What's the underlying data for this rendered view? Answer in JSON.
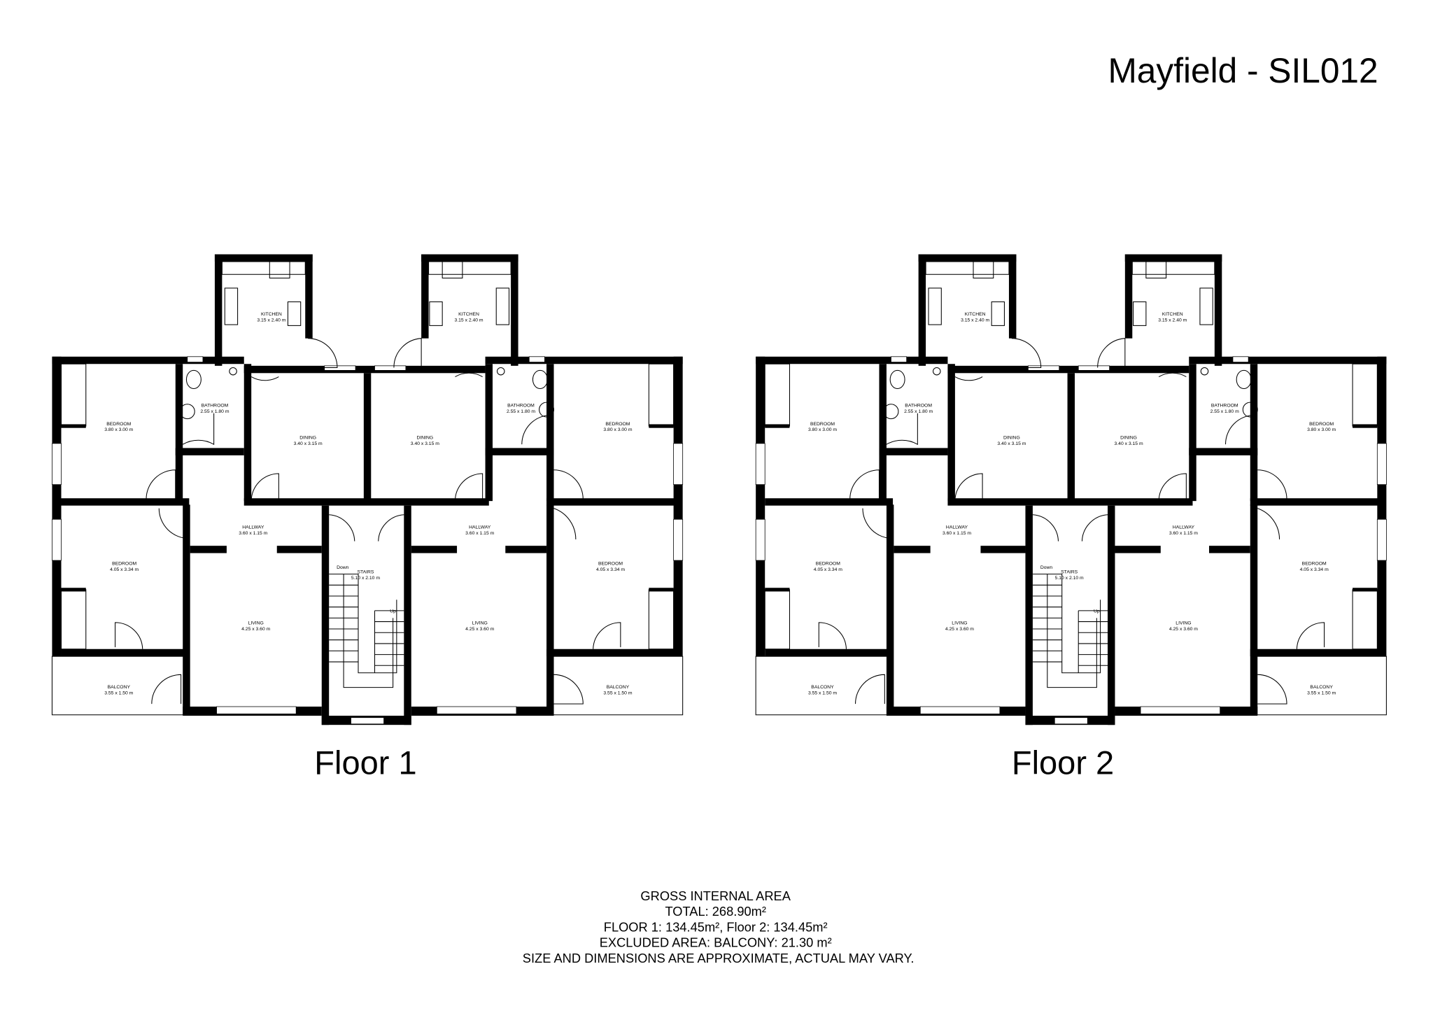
{
  "title": "Mayfield - SIL012",
  "floors": [
    {
      "label": "Floor 1",
      "stairs_down": "Down",
      "stairs_up": "Up",
      "rooms": [
        {
          "name": "BEDROOM",
          "size": "3.80 x 3.00 m"
        },
        {
          "name": "BATHROOM",
          "size": "2.55 x 1.80 m"
        },
        {
          "name": "KITCHEN",
          "size": "3.15 x 2.40 m"
        },
        {
          "name": "DINING",
          "size": "3.40 x 3.15 m"
        },
        {
          "name": "DINING",
          "size": "3.40 x 3.15 m"
        },
        {
          "name": "KITCHEN",
          "size": "3.15 x 2.40 m"
        },
        {
          "name": "BATHROOM",
          "size": "2.55 x 1.80 m"
        },
        {
          "name": "BEDROOM",
          "size": "3.80 x 3.00 m"
        },
        {
          "name": "HALLWAY",
          "size": "3.60 x 1.15 m"
        },
        {
          "name": "HALLWAY",
          "size": "3.60 x 1.15 m"
        },
        {
          "name": "BEDROOM",
          "size": "4.05 x 3.34 m"
        },
        {
          "name": "STAIRS",
          "size": "5.10 x 2.10 m"
        },
        {
          "name": "BEDROOM",
          "size": "4.05 x 3.34 m"
        },
        {
          "name": "LIVING",
          "size": "4.25 x 3.60 m"
        },
        {
          "name": "LIVING",
          "size": "4.25 x 3.60 m"
        },
        {
          "name": "BALCONY",
          "size": "3.55 x 1.50 m"
        },
        {
          "name": "BALCONY",
          "size": "3.55 x 1.50 m"
        }
      ]
    },
    {
      "label": "Floor 2",
      "stairs_down": "Down",
      "stairs_up": "Up",
      "rooms": [
        {
          "name": "BEDROOM",
          "size": "3.80 x 3.00 m"
        },
        {
          "name": "BATHROOM",
          "size": "2.55 x 1.80 m"
        },
        {
          "name": "KITCHEN",
          "size": "3.15 x 2.40 m"
        },
        {
          "name": "DINING",
          "size": "3.40 x 3.15 m"
        },
        {
          "name": "DINING",
          "size": "3.40 x 3.15 m"
        },
        {
          "name": "KITCHEN",
          "size": "3.15 x 2.40 m"
        },
        {
          "name": "BATHROOM",
          "size": "2.55 x 1.80 m"
        },
        {
          "name": "BEDROOM",
          "size": "3.80 x 3.00 m"
        },
        {
          "name": "HALLWAY",
          "size": "3.60 x 1.15 m"
        },
        {
          "name": "HALLWAY",
          "size": "3.60 x 1.15 m"
        },
        {
          "name": "BEDROOM",
          "size": "4.05 x 3.34 m"
        },
        {
          "name": "STAIRS",
          "size": "5.10 x 2.10 m"
        },
        {
          "name": "BEDROOM",
          "size": "4.05 x 3.34 m"
        },
        {
          "name": "LIVING",
          "size": "4.25 x 3.60 m"
        },
        {
          "name": "LIVING",
          "size": "4.25 x 3.60 m"
        },
        {
          "name": "BALCONY",
          "size": "3.55 x 1.50 m"
        },
        {
          "name": "BALCONY",
          "size": "3.55 x 1.50 m"
        }
      ]
    }
  ],
  "area_summary": {
    "heading": "GROSS INTERNAL AREA",
    "total": "TOTAL: 268.90m²",
    "floors": "FLOOR 1: 134.45m², Floor 2: 134.45m²",
    "excluded": "EXCLUDED AREA: BALCONY: 21.30 m²",
    "disclaimer": "SIZE AND DIMENSIONS ARE APPROXIMATE, ACTUAL MAY VARY."
  }
}
